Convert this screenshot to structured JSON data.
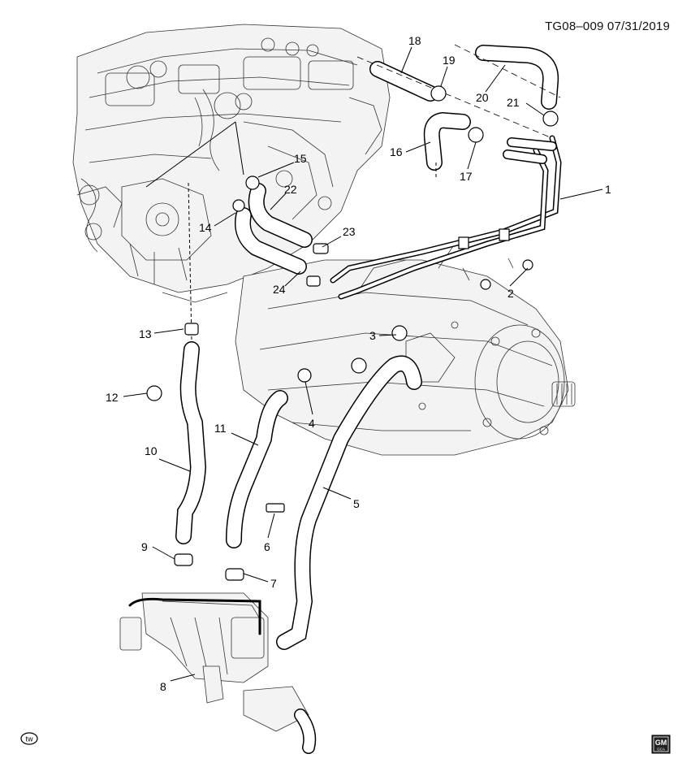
{
  "header": {
    "illustration_code": "TG08–009",
    "date": "07/31/2019"
  },
  "callouts": [
    {
      "id": "1",
      "label": "1"
    },
    {
      "id": "2",
      "label": "2"
    },
    {
      "id": "3",
      "label": "3"
    },
    {
      "id": "4",
      "label": "4"
    },
    {
      "id": "5",
      "label": "5"
    },
    {
      "id": "6",
      "label": "6"
    },
    {
      "id": "7",
      "label": "7"
    },
    {
      "id": "8",
      "label": "8"
    },
    {
      "id": "9",
      "label": "9"
    },
    {
      "id": "10",
      "label": "10"
    },
    {
      "id": "11",
      "label": "11"
    },
    {
      "id": "12",
      "label": "12"
    },
    {
      "id": "13",
      "label": "13"
    },
    {
      "id": "14",
      "label": "14"
    },
    {
      "id": "15",
      "label": "15"
    },
    {
      "id": "16",
      "label": "16"
    },
    {
      "id": "17",
      "label": "17"
    },
    {
      "id": "18",
      "label": "18"
    },
    {
      "id": "19",
      "label": "19"
    },
    {
      "id": "20",
      "label": "20"
    },
    {
      "id": "21",
      "label": "21"
    },
    {
      "id": "22",
      "label": "22"
    },
    {
      "id": "23",
      "label": "23"
    },
    {
      "id": "24",
      "label": "24"
    }
  ],
  "footer": {
    "view_badge": "tw",
    "brand_badge_top": "GM",
    "brand_badge_bottom": "GCA"
  },
  "icons": {
    "view_badge": "front-view-icon",
    "brand_badge": "gm-logo-icon"
  }
}
